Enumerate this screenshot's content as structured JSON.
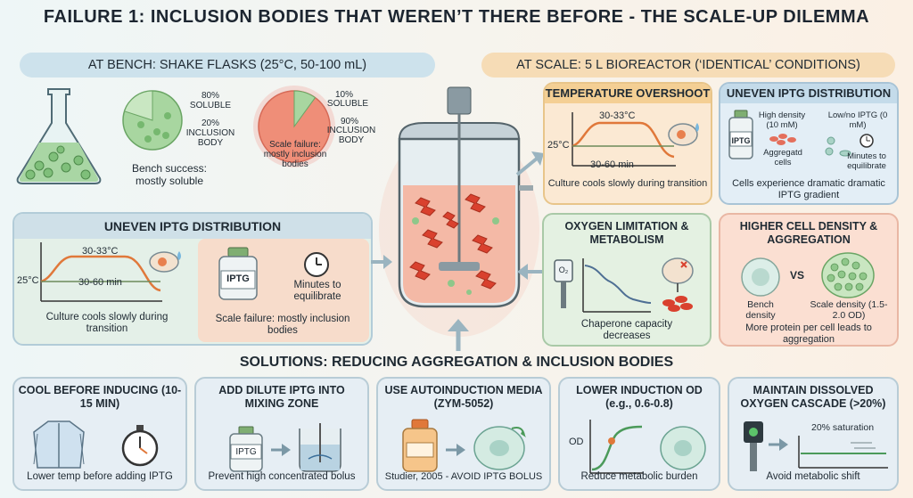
{
  "title": "FAILURE 1: INCLUSION BODIES THAT WEREN’T THERE BEFORE - THE SCALE-UP DILEMMA",
  "bench": {
    "header": "AT BENCH: SHAKE FLASKS (25°C, 50-100 mL)",
    "pie": {
      "soluble_pct": "80%",
      "soluble_label": "SOLUBLE",
      "ib_pct": "20%",
      "ib_label": "INCLUSION BODY"
    },
    "caption": "Bench success: mostly soluble"
  },
  "scale": {
    "header": "AT SCALE: 5 L BIOREACTOR (‘IDENTICAL’ CONDITIONS)",
    "pie": {
      "soluble_pct": "10%",
      "soluble_label": "SOLUBLE",
      "ib_pct": "90%",
      "ib_label": "INCLUSION BODY",
      "caption": "Scale failure: mostly inclusion bodies"
    }
  },
  "left_panel": {
    "title": "UNEVEN IPTG DISTRIBUTION",
    "temp_peak": "30-33°C",
    "temp_base": "25°C",
    "duration": "30-60 min",
    "caption": "Culture cools slowly during transition",
    "bottle_label": "IPTG",
    "clock_caption": "Minutes to equilibrate",
    "failure": "Scale failure: mostly inclusion bodies"
  },
  "temp_overshoot": {
    "title": "TEMPERATURE OVERSHOOT",
    "peak": "30-33°C",
    "base": "25°C",
    "duration": "30-60 min",
    "caption": "Culture cools slowly during transition"
  },
  "iptg_panel": {
    "title": "UNEVEN IPTG DISTRIBUTION",
    "high": "High density (10 mM)",
    "low": "Low/no IPTG (0 mM)",
    "bottle_label": "IPTG",
    "aggr": "Aggregatd cells",
    "minutes": "Minutes to equilibrate",
    "caption": "Cells experience dramatic dramatic IPTG gradient"
  },
  "oxygen_panel": {
    "title": "OXYGEN LIMITATION & METABOLISM",
    "sensor_label": "O₂",
    "caption": "Chaperone capacity decreases"
  },
  "density_panel": {
    "title": "HIGHER CELL DENSITY & AGGREGATION",
    "vs": "VS",
    "bench": "Bench density",
    "scale": "Scale density (1.5-2.0 OD)",
    "caption": "More protein per cell leads to aggregation"
  },
  "solutions": {
    "title": "SOLUTIONS: REDUCING AGGREGATION & INCLUSION BODIES",
    "items": [
      {
        "title": "COOL BEFORE INDUCING (10-15 MIN)",
        "footer": "Lower temp before adding IPTG"
      },
      {
        "title": "ADD DILUTE IPTG INTO MIXING ZONE",
        "footer": "Prevent high concentrated bolus",
        "label": "IPTG"
      },
      {
        "title": "USE AUTOINDUCTION MEDIA (ZYM-5052)",
        "footer": "Studier, 2005 - AVOID IPTG BOLUS"
      },
      {
        "title": "LOWER INDUCTION OD (e.g., 0.6-0.8)",
        "footer": "Reduce metabolic burden",
        "axis": "OD"
      },
      {
        "title": "MAINTAIN DISSOLVED OXYGEN CASCADE (>20%)",
        "footer": "Avoid metabolic shift",
        "label": "20% saturation"
      }
    ]
  }
}
